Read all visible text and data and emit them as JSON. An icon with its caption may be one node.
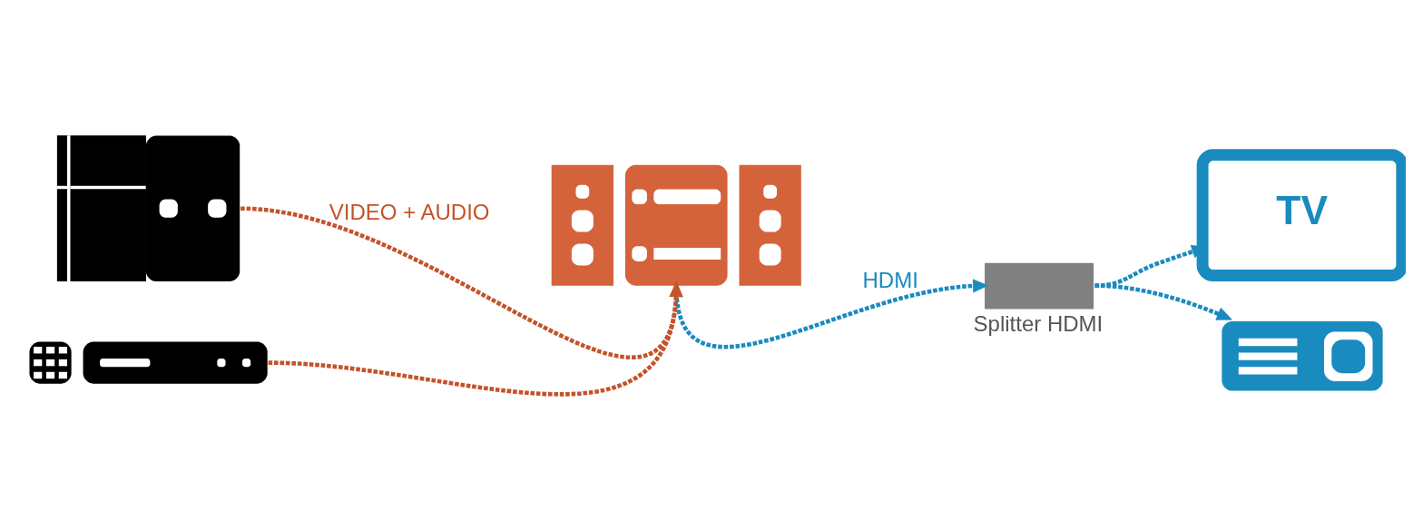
{
  "diagram": {
    "nodes": [
      {
        "text": [],
        "shape": "picture"
      },
      {
        "text": [
          "TV"
        ]
      },
      {
        "text": [],
        "shape": "picture"
      },
      {
        "text": [],
        "shape": "picture"
      },
      {
        "text": [
          "Splitter HDMI"
        ]
      },
      {
        "text": [],
        "shape": "picture"
      }
    ],
    "edges": [
      {
        "from": 2,
        "to": 0,
        "arrow": "to",
        "label": "VIDEO + AUDIO",
        "style": "dashed",
        "color": "#c4532a"
      },
      {
        "from": 3,
        "to": 0,
        "arrow": "to",
        "style": "dashed",
        "color": "#c4532a"
      },
      {
        "from": 0,
        "to": 4,
        "arrow": "to",
        "label": "HDMI",
        "style": "dashed"
      },
      {
        "from": 4,
        "to": 1,
        "arrow": "to",
        "style": "dashed"
      },
      {
        "from": 4,
        "to": 5,
        "arrow": "to",
        "style": "dashed"
      }
    ]
  }
}
